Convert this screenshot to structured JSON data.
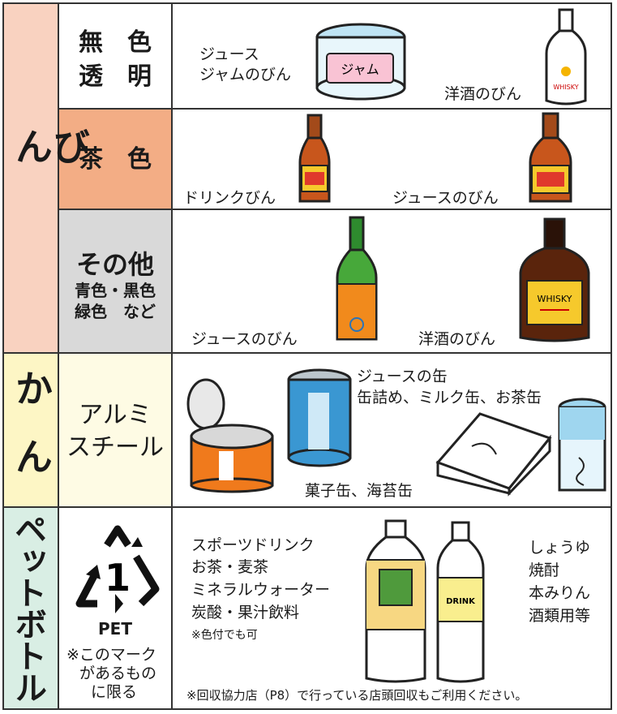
{
  "bin": {
    "category": "びん",
    "rows": [
      {
        "label_line1": "無　色",
        "label_line2": "透　明",
        "items": [
          "ジュース",
          "ジャムのびん",
          "洋酒のびん"
        ],
        "jar_label": "ジャム",
        "bottle_label": "WHISKY"
      },
      {
        "label": "茶　色",
        "items": [
          "ドリンクびん",
          "ジュースのびん"
        ]
      },
      {
        "label": "その他",
        "label_sub1": "青色・黒色",
        "label_sub2": "緑色　など",
        "items": [
          "ジュースのびん",
          "洋酒のびん"
        ],
        "bottle_label": "WHISKY"
      }
    ]
  },
  "kan": {
    "category": "かん",
    "label_line1": "アルミ",
    "label_line2": "スチール",
    "items": [
      "ジュースの缶",
      "缶詰め、ミルク缶、お茶缶",
      "菓子缶、海苔缶"
    ]
  },
  "pet": {
    "category": "ペットボトル",
    "symbol_number": "1",
    "symbol_text": "PET",
    "note_line1": "※このマーク",
    "note_line2": "があるもの",
    "note_line3": "に限る",
    "items": [
      "スポーツドリンク",
      "お茶・麦茶",
      "ミネラルウォーター",
      "炭酸・果汁飲料"
    ],
    "items_note": "※色付でも可",
    "items_right": [
      "しょうゆ",
      "焼酎",
      "本みりん",
      "酒類用等"
    ],
    "drink_label": "DRINK",
    "footer": "※回収協力店（P8）で行っている店頭回収もご利用ください。"
  },
  "colors": {
    "bin_cat": "#f9d2c0",
    "brown_row": "#f3ad85",
    "other_row": "#d9d9d9",
    "kan_cat": "#fdf6c5",
    "kan_sub": "#fefbe4",
    "pet_cat": "#d9eee4"
  }
}
